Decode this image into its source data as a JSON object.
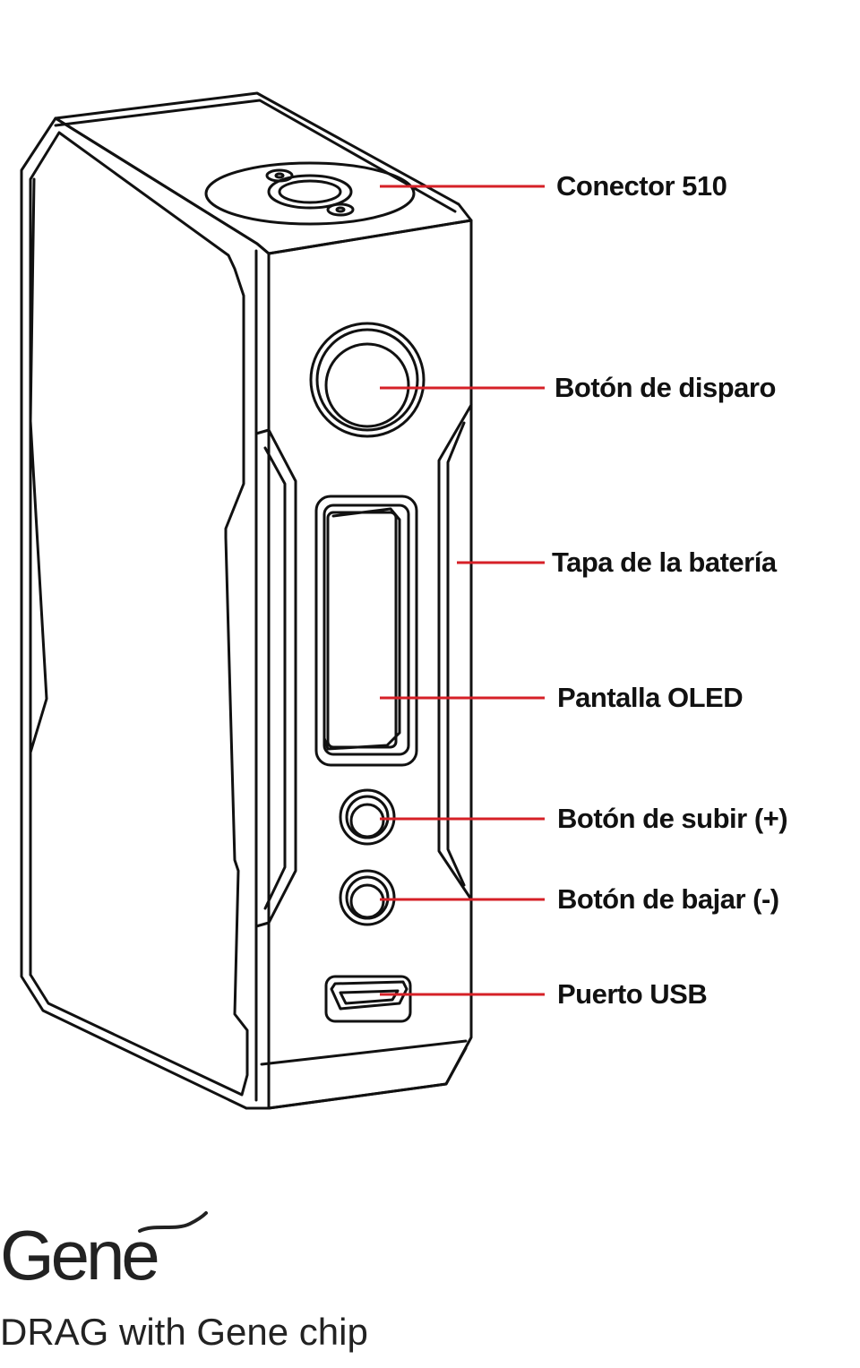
{
  "colors": {
    "leader_line": "#d62027",
    "outline": "#111111",
    "background": "#ffffff"
  },
  "callouts": [
    {
      "id": "connector-510",
      "label": "Conector 510"
    },
    {
      "id": "fire-button",
      "label": "Botón de disparo"
    },
    {
      "id": "battery-cover",
      "label": "Tapa de la batería"
    },
    {
      "id": "oled-screen",
      "label": "Pantalla OLED"
    },
    {
      "id": "up-button",
      "label": "Botón de subir (+)"
    },
    {
      "id": "down-button",
      "label": "Botón de bajar (-)"
    },
    {
      "id": "usb-port",
      "label": "Puerto USB"
    }
  ],
  "brand": {
    "logo_text": "Gene",
    "caption": "DRAG with Gene chip"
  }
}
